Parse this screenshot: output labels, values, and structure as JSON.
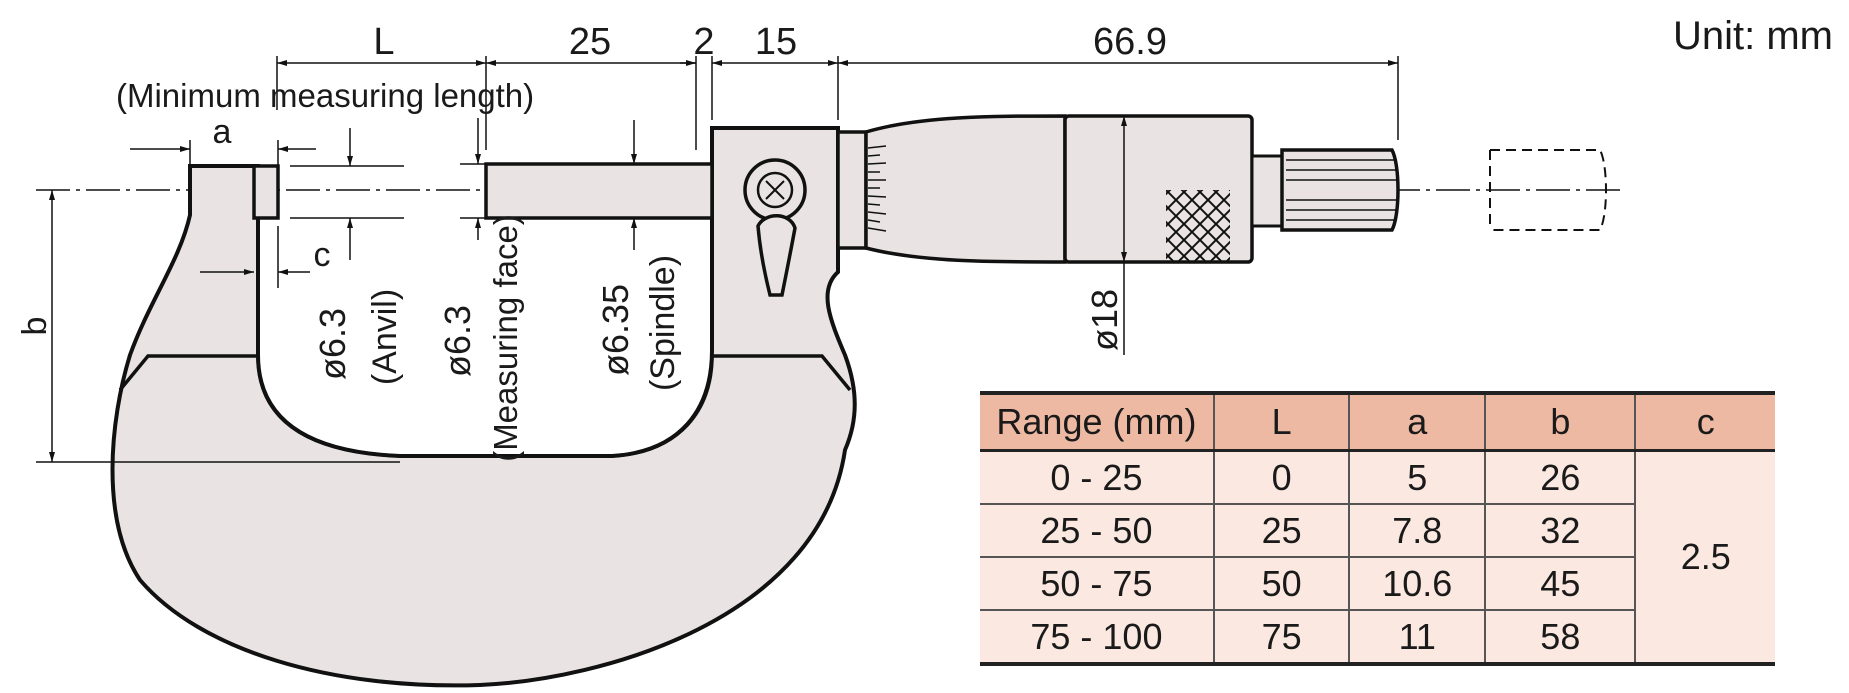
{
  "unit": "Unit: mm",
  "dimensions": {
    "L": "L",
    "min_length": "(Minimum measuring length)",
    "d25": "25",
    "d2": "2",
    "d15": "15",
    "d669": "66.9",
    "a": "a",
    "b": "b",
    "c": "c",
    "anvil_dia": "ø6.3",
    "anvil": "(Anvil)",
    "face_dia": "ø6.3",
    "face": "(Measuring face)",
    "spindle_dia": "ø6.35",
    "spindle": "(Spindle)",
    "thimble_dia": "ø18"
  },
  "table": {
    "headers": [
      "Range (mm)",
      "L",
      "a",
      "b",
      "c"
    ],
    "rows": [
      [
        "0 - 25",
        "0",
        "5",
        "26"
      ],
      [
        "25 - 50",
        "25",
        "7.8",
        "32"
      ],
      [
        "50 - 75",
        "50",
        "10.6",
        "45"
      ],
      [
        "75 - 100",
        "75",
        "11",
        "58"
      ]
    ],
    "c_value": "2.5"
  },
  "colors": {
    "body_fill": "#e9e4e3",
    "line": "#111111",
    "header_fill": "#eeb9a3",
    "cell_fill": "#fbe8e0"
  }
}
